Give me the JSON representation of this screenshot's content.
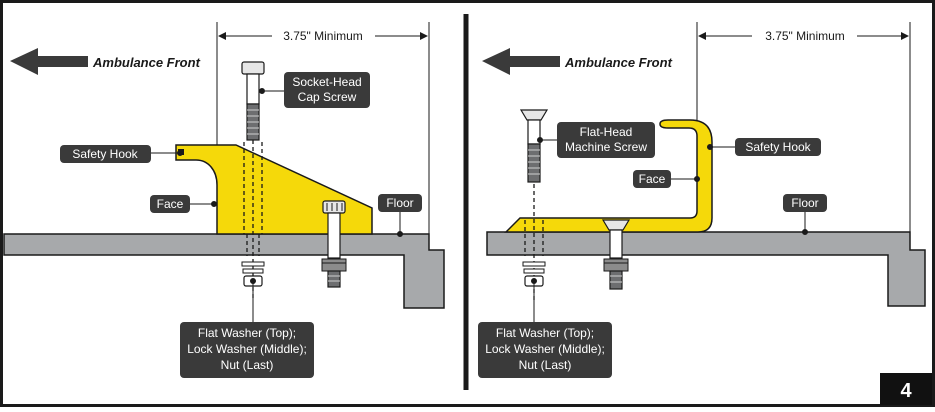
{
  "page_number": "4",
  "left_panel": {
    "direction_label": "Ambulance Front",
    "dimension_label": "3.75\" Minimum",
    "screw_label": [
      "Socket-Head",
      "Cap Screw"
    ],
    "safety_hook_label": "Safety Hook",
    "face_label": "Face",
    "floor_label": "Floor",
    "hardware_label": [
      "Flat Washer (Top);",
      "Lock Washer (Middle);",
      "Nut (Last)"
    ]
  },
  "right_panel": {
    "direction_label": "Ambulance Front",
    "dimension_label": "3.75\" Minimum",
    "screw_label": [
      "Flat-Head",
      "Machine Screw"
    ],
    "safety_hook_label": "Safety Hook",
    "face_label": "Face",
    "floor_label": "Floor",
    "hardware_label": [
      "Flat Washer (Top);",
      "Lock Washer (Middle);",
      "Nut (Last)"
    ]
  },
  "colors": {
    "hook_yellow": "#f5d90a",
    "floor_gray": "#a7a9ab",
    "label_bg": "#3a3a3a",
    "line": "#1a1a1a"
  }
}
